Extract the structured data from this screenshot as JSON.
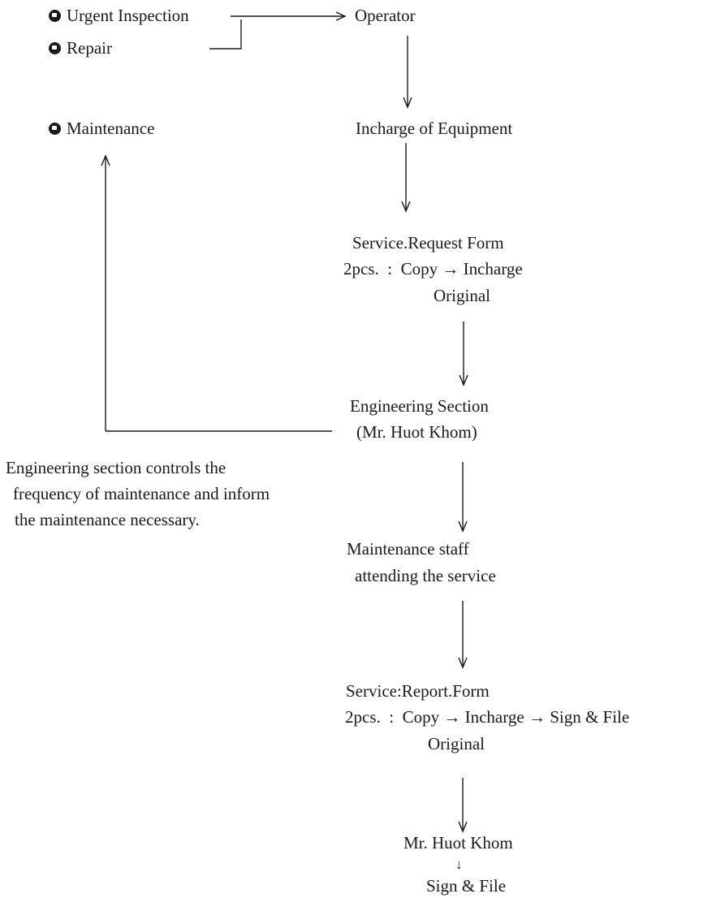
{
  "sources": {
    "urgent_inspection": "Urgent Inspection",
    "repair": "Repair",
    "maintenance": "Maintenance"
  },
  "flow": {
    "operator": "Operator",
    "incharge_of_equipment": "Incharge of Equipment",
    "service_request_form": "Service.Request Form",
    "srf_copies_label": "2pcs.",
    "srf_colon": ":",
    "srf_copy": "Copy",
    "srf_arrow": "→",
    "srf_incharge": "Incharge",
    "srf_original": "Original",
    "engineering_section": "Engineering Section",
    "engineering_contact": "(Mr. Huot Khom)",
    "maintenance_staff_line1": "Maintenance staff",
    "maintenance_staff_line2": "attending the service",
    "service_report_form": "Service:Report.Form",
    "sr_copies_label": "2pcs.",
    "sr_colon": ":",
    "sr_copy": "Copy",
    "sr_arrow1": "→",
    "sr_incharge": "Incharge",
    "sr_arrow2": "→",
    "sr_sign_file": "Sign & File",
    "sr_original": "Original",
    "mr_huot_khom": "Mr. Huot Khom",
    "small_arrow": "↓",
    "final_sign_file": "Sign & File"
  },
  "note": {
    "line1": "Engineering section controls the",
    "line2": "frequency of maintenance and inform",
    "line3": "the maintenance necessary."
  }
}
